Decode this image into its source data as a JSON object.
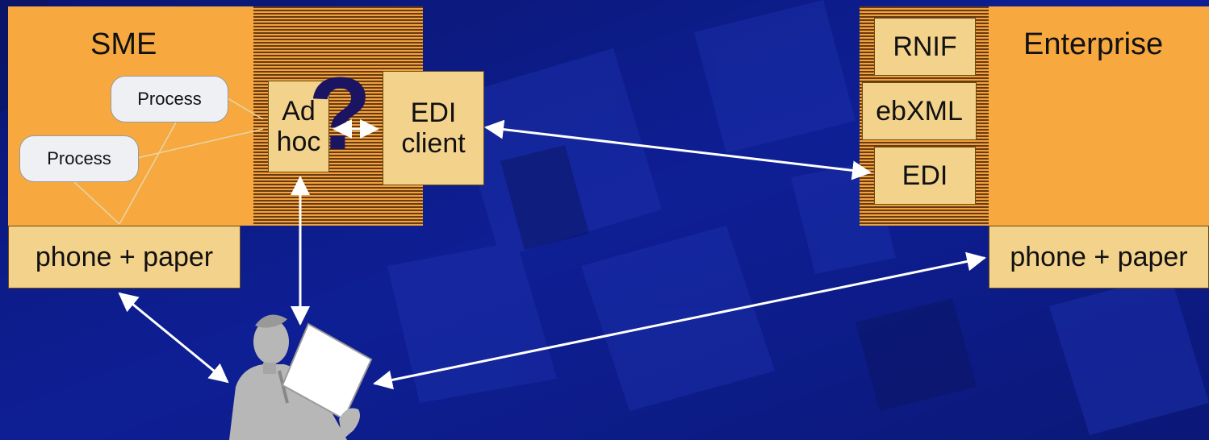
{
  "sme": {
    "title": "SME",
    "process_top": "Process",
    "process_bottom": "Process",
    "adhoc_line1": "Ad",
    "adhoc_line2": "hoc",
    "question_mark": "?",
    "edi_client_line1": "EDI",
    "edi_client_line2": "client",
    "phone_paper": "phone + paper"
  },
  "enterprise": {
    "title": "Enterprise",
    "protocols": [
      "RNIF",
      "ebXML",
      "EDI"
    ],
    "phone_paper": "phone + paper"
  },
  "colors": {
    "background": "#0c1a86",
    "orange": "#f7a940",
    "cream": "#f3d38c",
    "arrow": "#ffffff"
  },
  "icons": {
    "person": "person-reading-document-icon"
  }
}
